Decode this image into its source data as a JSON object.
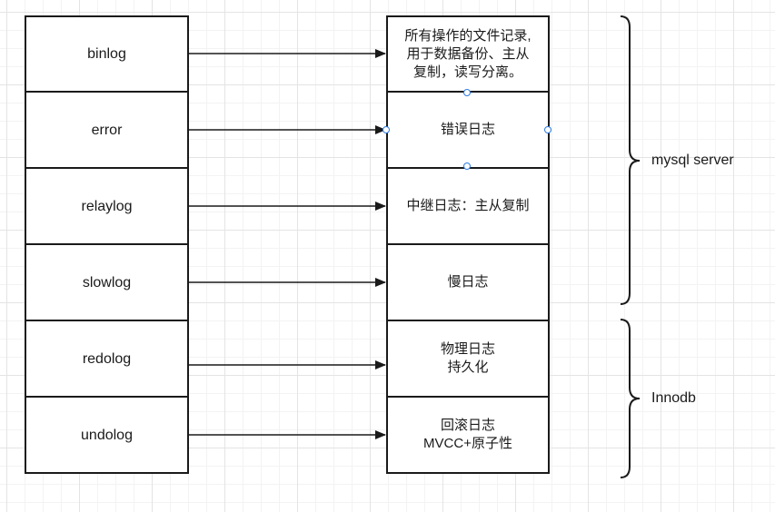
{
  "log_types": [
    {
      "name": "binlog",
      "description": "所有操作的文件记录,\n用于数据备份、主从\n复制，读写分离。"
    },
    {
      "name": "error",
      "description": "错误日志"
    },
    {
      "name": "relaylog",
      "description": "中继日志：主从复制"
    },
    {
      "name": "slowlog",
      "description": "慢日志"
    },
    {
      "name": "redolog",
      "description": "物理日志\n持久化"
    },
    {
      "name": "undolog",
      "description": "回滚日志\nMVCC+原子性"
    }
  ],
  "groups": [
    {
      "label": "mysql server"
    },
    {
      "label": "Innodb"
    }
  ],
  "colors": {
    "stroke": "#1a1a1a",
    "selection_handle": "#2d7be5",
    "grid_major": "#e4e4e4",
    "grid_minor": "#f3f3f3"
  }
}
